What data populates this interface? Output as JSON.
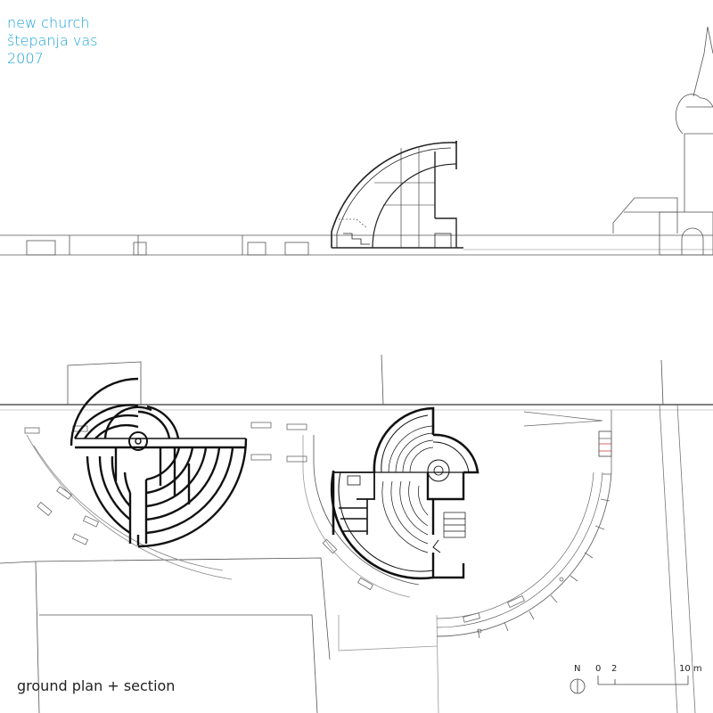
{
  "title": {
    "line1": "new church",
    "line2": "štepanja vas",
    "line3": "2007"
  },
  "caption": "ground plan + section",
  "scale_bar": {
    "north_label": "N",
    "tick_0": "0",
    "tick_2": "2",
    "tick_10": "10 m"
  },
  "colors": {
    "title": "#1aa3d9",
    "linework": "#333333",
    "background": "#ffffff"
  }
}
